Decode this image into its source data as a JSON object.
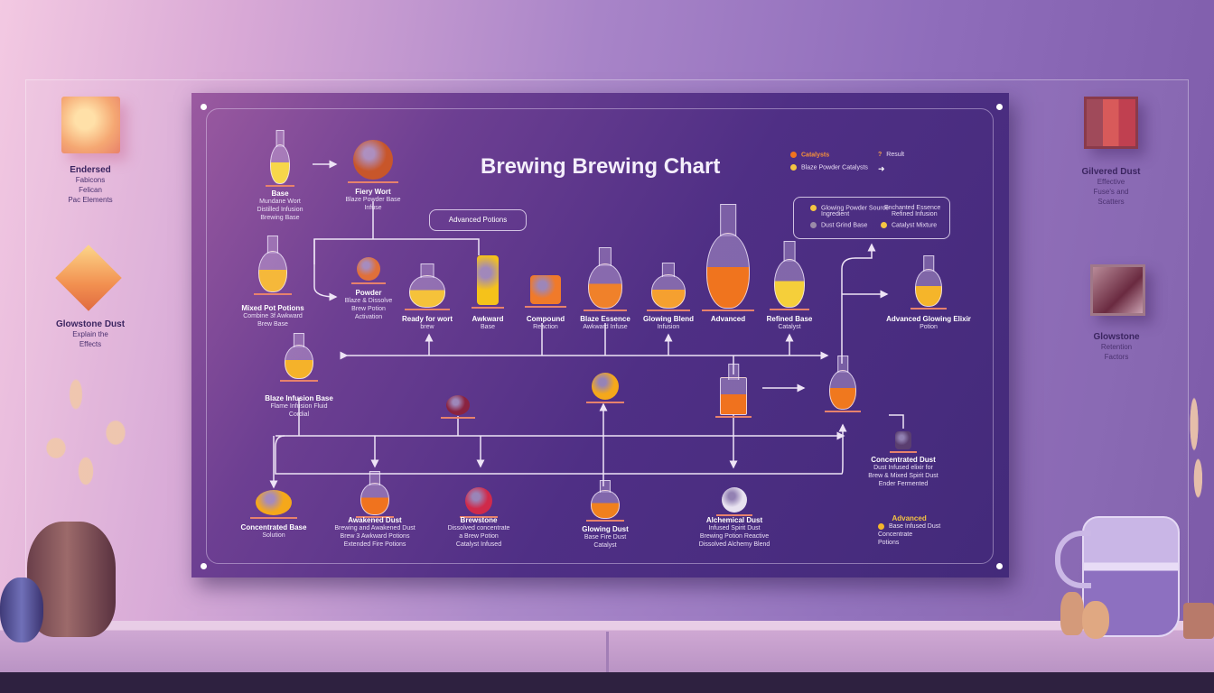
{
  "chart": {
    "title": "Brewing Brewing Chart",
    "advanced_box": "Advanced Potions"
  },
  "legend": {
    "items": [
      {
        "label": "Catalysts",
        "color": "#f2731f"
      },
      {
        "label": "Blaze Powder Catalysts",
        "color": "#f5c542"
      },
      {
        "label": "Result",
        "icon": "question-icon"
      },
      {
        "label": "",
        "icon": "arrow-right-icon"
      }
    ]
  },
  "info_box": {
    "items": [
      {
        "label": "Glowing Powder Source",
        "sub": "Ingredient",
        "color": "#f5c542"
      },
      {
        "label": "Dust Grind Base",
        "color": "#9a8aa8"
      },
      {
        "label": "Enchanted Essence",
        "sub": "Refined Infusion"
      },
      {
        "label": "Catalyst Mixture",
        "color": "#f5c542"
      }
    ]
  },
  "nodes": [
    {
      "title": "Base",
      "lines": [
        "Mundane Wort",
        "Distilled Infusion",
        "Brewing Base"
      ],
      "icon": "flask-icon",
      "color": "#f7d64a"
    },
    {
      "title": "Fiery Wort",
      "lines": [
        "Blaze Powder Base",
        "Infuse"
      ],
      "icon": "bowl-icon",
      "color": "#c8562a"
    },
    {
      "title": "Mixed Pot Potions",
      "lines": [
        "Combine 3f Awkward",
        "Brew Base"
      ],
      "icon": "bottle-icon",
      "color": "#f5b83a"
    },
    {
      "title": "Powder",
      "lines": [
        "Blaze & Dissolve",
        "Brew Potion",
        "Activation"
      ],
      "icon": "gear-icon",
      "color": "#e0703a"
    },
    {
      "title": "Ready for wort",
      "lines": [
        "brew"
      ],
      "icon": "jar-icon",
      "color": "#f5c23a"
    },
    {
      "title": "Awkward",
      "lines": [
        "Base"
      ],
      "icon": "lamp-icon",
      "color": "#f5c21a"
    },
    {
      "title": "Compound",
      "lines": [
        "Reaction"
      ],
      "icon": "burner-icon",
      "color": "#f07a2a"
    },
    {
      "title": "Blaze Essence",
      "lines": [
        "Awkward Infuse"
      ],
      "icon": "flask-icon",
      "color": "#f0812a"
    },
    {
      "title": "Glowing Blend",
      "lines": [
        "Infusion"
      ],
      "icon": "jar-icon",
      "color": "#f5a030"
    },
    {
      "title": "Advanced",
      "lines": [],
      "icon": "flask-icon",
      "color": "#f0741e"
    },
    {
      "title": "Refined Base",
      "lines": [
        "Catalyst"
      ],
      "icon": "flask-icon",
      "color": "#f5cf3a"
    },
    {
      "title": "Advanced Glowing Elixir",
      "lines": [
        "Potion"
      ],
      "icon": "flask-icon",
      "color": "#f5b52a"
    },
    {
      "title": "Blaze Infusion Base",
      "lines": [
        "Flame Infusion Fluid",
        "Cordial"
      ],
      "icon": "round-flask-icon",
      "color": "#f5b22a"
    },
    {
      "title": "",
      "lines": [],
      "icon": "wine-glass-icon",
      "color": "#8a2340"
    },
    {
      "title": "",
      "lines": [],
      "icon": "orb-icon",
      "color": "#f5a81a"
    },
    {
      "title": "",
      "lines": [],
      "icon": "beaker-icon",
      "color": "#f0721e"
    },
    {
      "title": "",
      "lines": [],
      "icon": "flask-icon",
      "color": "#f0781e"
    },
    {
      "title": "Concentrated Dust",
      "lines": [
        "Dust Infused elixir for",
        "Brew & Mixed Spirit Dust",
        "Ender Fermented"
      ],
      "icon": "cup-icon",
      "color": "#5a3e70"
    },
    {
      "title": "Concentrated Base",
      "lines": [
        "Solution"
      ],
      "icon": "fruit-icon",
      "color": "#f5a81a"
    },
    {
      "title": "Awakened Dust",
      "lines": [
        "Brewing and Awakened Dust",
        "Brew 3 Awkward Potions",
        "Extended Fire Potions"
      ],
      "icon": "jar-icon",
      "color": "#f0731e"
    },
    {
      "title": "Brewstone",
      "lines": [
        "Dissolved concentrate",
        "a Brew Potion",
        "Catalyst Infused"
      ],
      "icon": "gem-bowl-icon",
      "color": "#d02a4a"
    },
    {
      "title": "Glowing Dust",
      "lines": [
        "Base Fire Dust",
        "Catalyst"
      ],
      "icon": "jar-icon",
      "color": "#f0801e"
    },
    {
      "title": "Alchemical Dust",
      "lines": [
        "Infused Spirit Dust",
        "Brewing Potion Reactive",
        "Dissolved Alchemy Blend"
      ],
      "icon": "pearl-icon",
      "color": "#e8e2f0"
    },
    {
      "title": "Advanced",
      "lines": [
        "Base Infused Dust",
        "Concentrate",
        "Potions"
      ],
      "icon": "dot-icon",
      "color": "#f5b52a"
    }
  ],
  "side_items": [
    {
      "title": "Endersed",
      "lines": [
        "Fabicons",
        "Felican",
        "Pac Elements"
      ],
      "icon": "tile-icon"
    },
    {
      "title": "Glowstone Dust",
      "lines": [
        "Explain the",
        "Effects"
      ],
      "icon": "diamond-icon"
    },
    {
      "title": "Gilvered Dust",
      "lines": [
        "Effective",
        "Fuse's and",
        "Scatters"
      ],
      "icon": "pixel-tile-icon"
    },
    {
      "title": "Glowstone",
      "lines": [
        "Retention",
        "Factors"
      ],
      "icon": "pixel-tile-icon"
    }
  ]
}
